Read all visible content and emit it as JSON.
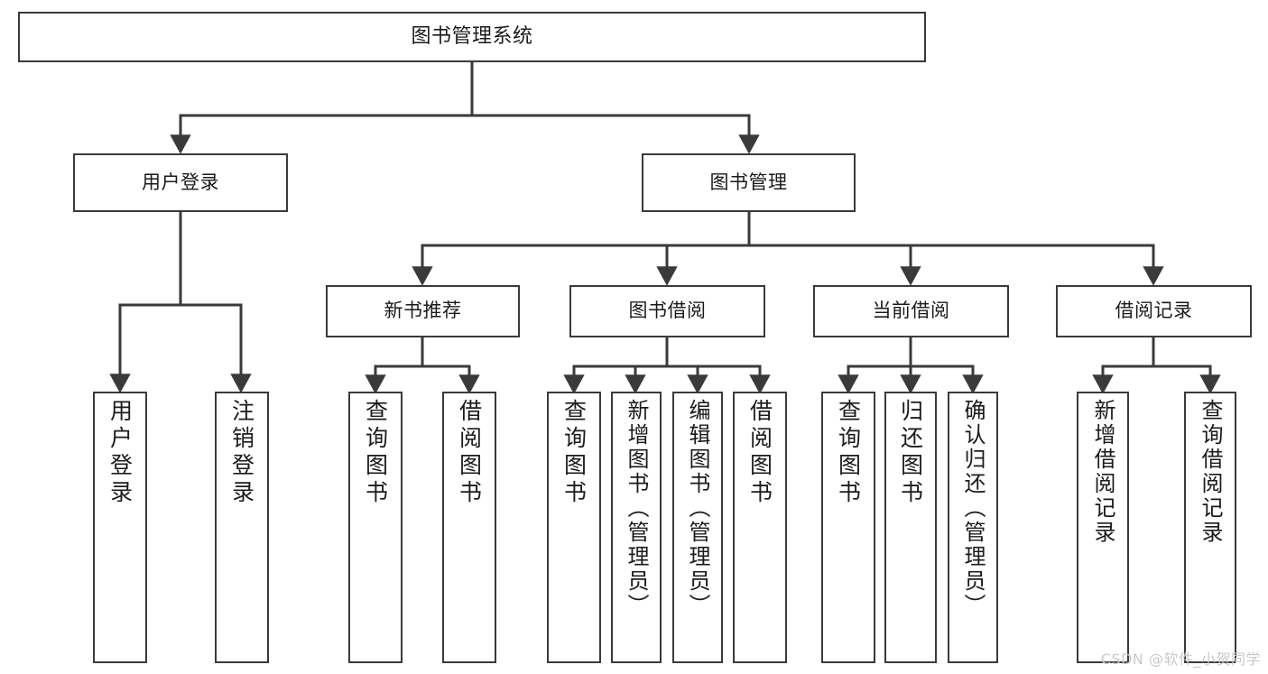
{
  "diagram": {
    "title": "图书管理系统",
    "type": "tree",
    "watermark": "CSDN @软件_小贺同学",
    "colors": {
      "box_border": "#3a3a3a",
      "box_fill": "#ffffff",
      "edge": "#3a3a3a",
      "text": "#1b1b1b",
      "watermark": "#c9c9c9",
      "background": "#ffffff"
    },
    "levels": {
      "root": {
        "label": "图书管理系统"
      },
      "level2": [
        {
          "id": "user-login",
          "label": "用户登录"
        },
        {
          "id": "book-manage",
          "label": "图书管理"
        }
      ],
      "level3": [
        {
          "id": "new-book-rec",
          "label": "新书推荐",
          "parent": "book-manage"
        },
        {
          "id": "book-borrow",
          "label": "图书借阅",
          "parent": "book-manage"
        },
        {
          "id": "current-borrow",
          "label": "当前借阅",
          "parent": "book-manage"
        },
        {
          "id": "borrow-record",
          "label": "借阅记录",
          "parent": "book-manage"
        }
      ],
      "leaves": [
        {
          "id": "leaf-user-login",
          "label": "用户登录",
          "parent": "user-login"
        },
        {
          "id": "leaf-logout",
          "label": "注销登录",
          "parent": "user-login"
        },
        {
          "id": "leaf-query-book-1",
          "label": "查询图书",
          "parent": "new-book-rec"
        },
        {
          "id": "leaf-borrow-book-1",
          "label": "借阅图书",
          "parent": "new-book-rec"
        },
        {
          "id": "leaf-query-book-2",
          "label": "查询图书",
          "parent": "book-borrow"
        },
        {
          "id": "leaf-add-book",
          "label": "新增图书（管理员）",
          "parent": "book-borrow"
        },
        {
          "id": "leaf-edit-book",
          "label": "编辑图书（管理员）",
          "parent": "book-borrow"
        },
        {
          "id": "leaf-borrow-book-2",
          "label": "借阅图书",
          "parent": "book-borrow"
        },
        {
          "id": "leaf-query-book-3",
          "label": "查询图书",
          "parent": "current-borrow"
        },
        {
          "id": "leaf-return-book",
          "label": "归还图书",
          "parent": "current-borrow"
        },
        {
          "id": "leaf-confirm-return",
          "label": "确认归还（管理员）",
          "parent": "current-borrow"
        },
        {
          "id": "leaf-add-record",
          "label": "新增借阅记录",
          "parent": "borrow-record"
        },
        {
          "id": "leaf-query-record",
          "label": "查询借阅记录",
          "parent": "borrow-record"
        }
      ]
    }
  }
}
